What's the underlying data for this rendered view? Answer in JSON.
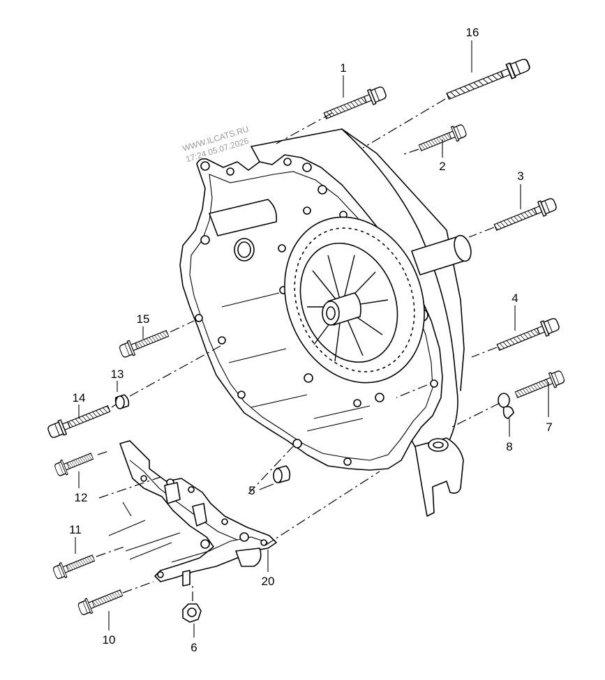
{
  "watermark": {
    "site": "WWW.ILCATS.RU",
    "datetime": "17:24 05.07.2026"
  },
  "callouts": [
    "1",
    "2",
    "3",
    "4",
    "5",
    "6",
    "7",
    "8",
    "10",
    "11",
    "12",
    "13",
    "14",
    "15",
    "16",
    "20"
  ]
}
